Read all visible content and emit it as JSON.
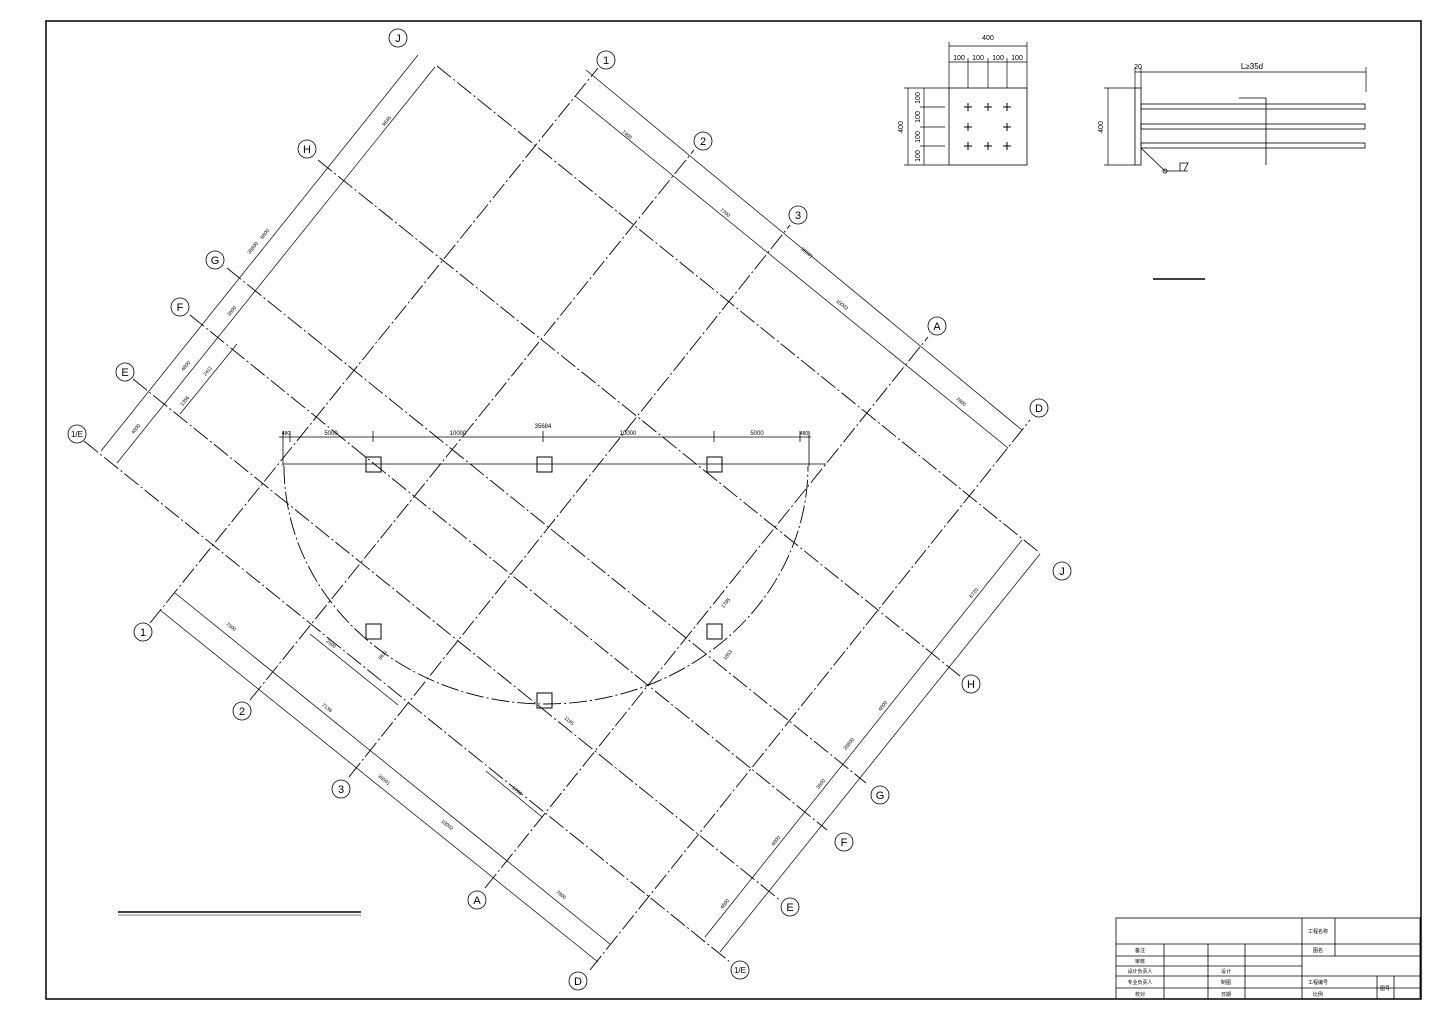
{
  "grid_labels": {
    "upper_left_series": [
      "J",
      "H",
      "G",
      "F",
      "E",
      "1/E"
    ],
    "upper_right_series": [
      "1",
      "2",
      "3",
      "A",
      "D",
      "J"
    ],
    "lower_left_series": [
      "1",
      "2",
      "3",
      "A",
      "D"
    ],
    "lower_right_series": [
      "H",
      "G",
      "F",
      "E",
      "1/E"
    ]
  },
  "dimensions": {
    "upper_left": [
      "9645",
      "36800",
      "8800",
      "3600",
      "4800",
      "2411",
      "1356",
      "4800"
    ],
    "upper_right": [
      "7400",
      "7700",
      "38501",
      "10002",
      "7800"
    ],
    "lower_right": [
      "6720",
      "4800",
      "28800",
      "3600",
      "4800",
      "4800"
    ],
    "lower_left": [
      "7500",
      "2500",
      "8611",
      "7138",
      "39501",
      "10002",
      "7800",
      "5766",
      "1795",
      "1853",
      "1195"
    ]
  },
  "top_beam": {
    "overall": "35684",
    "segments": [
      "480",
      "5000",
      "10000",
      "10000",
      "5000",
      "480"
    ]
  },
  "embed_plate": {
    "top_overall": "400",
    "top_segments": [
      "100",
      "100",
      "100",
      "100"
    ],
    "side_overall": "400",
    "side_segments": [
      "100",
      "100",
      "100",
      "100"
    ]
  },
  "anchor_detail": {
    "thickness": "20",
    "length_label": "L≥35d",
    "height": "400"
  },
  "title_block": {
    "project_name": "工程名称",
    "drawing_name": "图名",
    "remark": "备注",
    "audit": "审核",
    "design_lead": "设计负责人",
    "design": "设计",
    "prof_lead": "专业负责人",
    "drafting": "制图",
    "check": "校对",
    "date_label": "日期",
    "drawing_no": "工程编号",
    "scale": "比例",
    "sheet": "图号"
  }
}
